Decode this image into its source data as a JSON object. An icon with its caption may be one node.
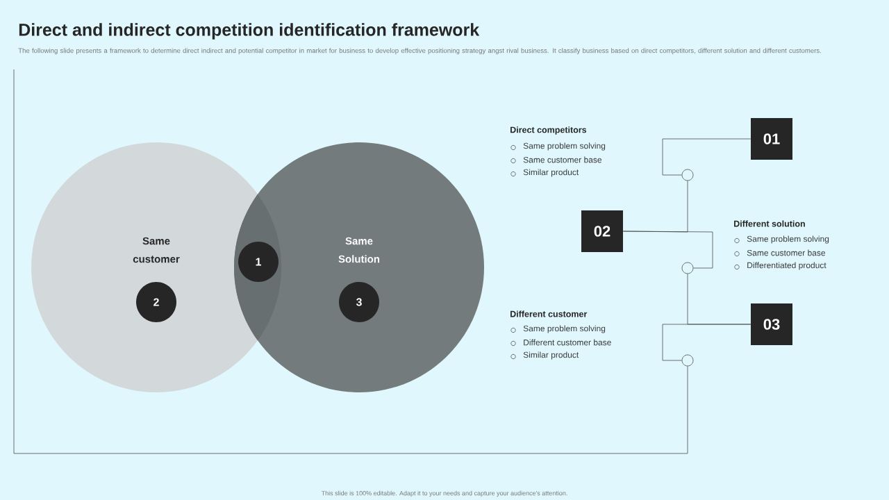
{
  "diagram": {
    "title": "Direct and indirect competition identification framework",
    "nodes": [
      {
        "text": [
          "Same customer"
        ]
      },
      {
        "text": [
          "Same Solution"
        ]
      },
      {
        "text": [
          "1"
        ]
      },
      {
        "text": [
          "2"
        ],
        "in": 0
      },
      {
        "text": [
          "3"
        ],
        "in": 1
      },
      {
        "text": [
          "01"
        ]
      },
      {
        "text": [
          "02"
        ]
      },
      {
        "text": [
          "03"
        ]
      },
      {
        "text": [],
        "shape": "circle"
      },
      {
        "text": [],
        "shape": "circle"
      },
      {
        "text": [],
        "shape": "circle"
      }
    ],
    "edges": [
      {
        "from": 5,
        "to": 8,
        "arrow": "none"
      },
      {
        "from": 8,
        "to": 6,
        "arrow": "none"
      },
      {
        "from": 6,
        "to": 9,
        "arrow": "none"
      },
      {
        "from": 9,
        "to": 7,
        "arrow": "none"
      },
      {
        "from": 7,
        "to": 10,
        "arrow": "none"
      },
      {
        "from": 10,
        "to": null,
        "arrow": "none"
      }
    ],
    "labels": [
      "The following slide presents a framework to determine direct indirect and potential competitor in market for business to develop effective positioning strategy angst rival business. It classify business based on direct competitors, different solution and different customers.",
      "Direct competitors",
      "Same problem solving",
      "Same customer base",
      "Similar product",
      "Different solution",
      "Same problem solving",
      "Same customer base",
      "Differentiated product",
      "Different customer",
      "Same problem solving",
      "Different customer base",
      "Similar product",
      "This slide is 100% editable. Adapt it to your needs and capture your audience's attention."
    ]
  }
}
